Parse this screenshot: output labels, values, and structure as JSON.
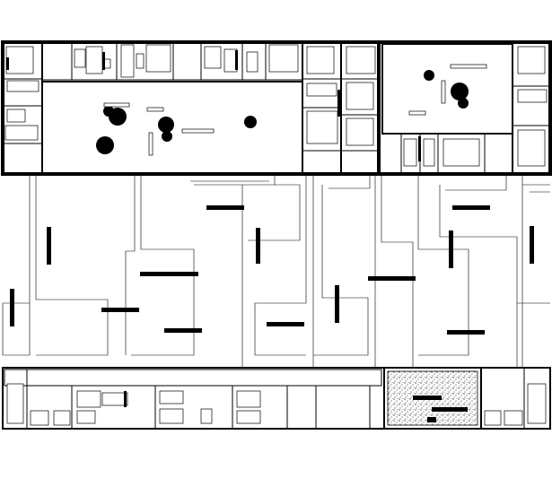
{
  "drawing": {
    "type": "architectural floor plan",
    "style": "black and white line drawing",
    "text_labels": []
  },
  "colors": {
    "ink": "#000000",
    "paper": "#ffffff"
  },
  "wings": {
    "top_left_units": 11,
    "top_right_units": 8,
    "bottom_units": 3
  }
}
